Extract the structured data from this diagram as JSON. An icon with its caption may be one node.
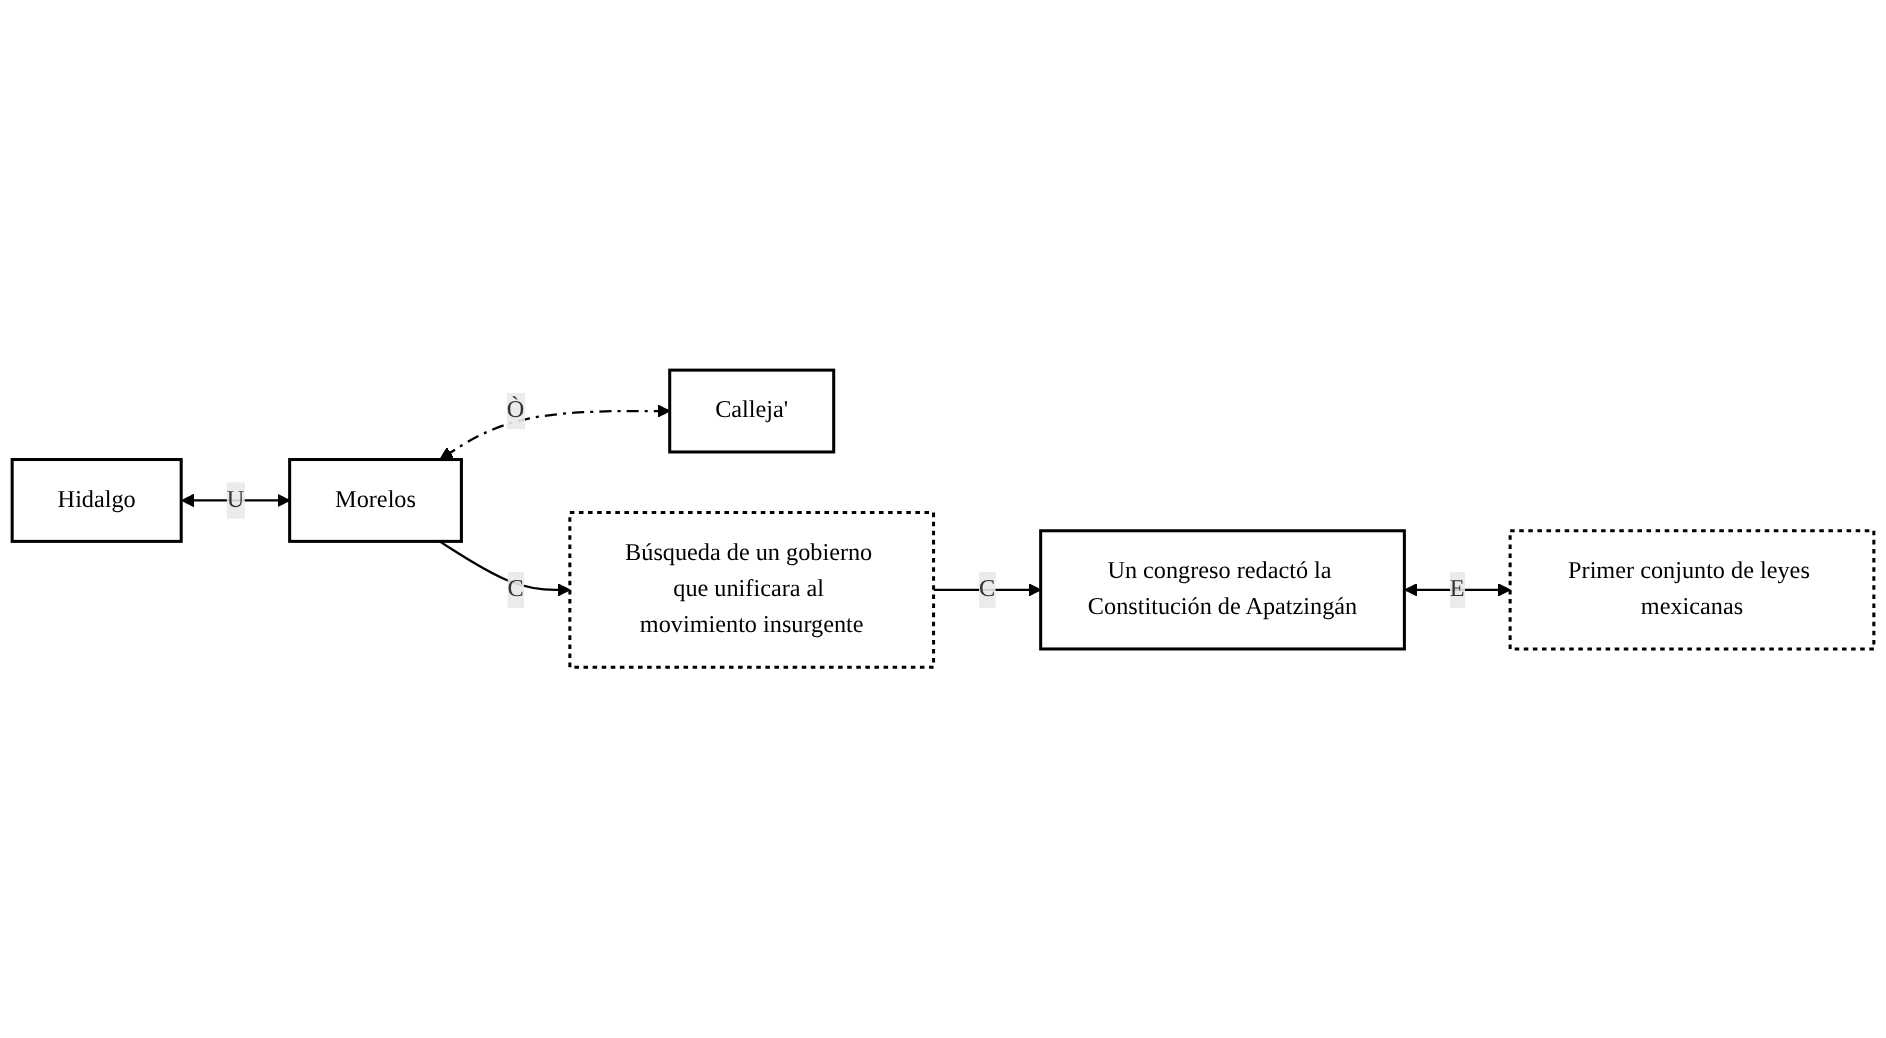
{
  "diagram": {
    "nodes": [
      {
        "text": [
          "Hidalgo"
        ]
      },
      {
        "text": [
          "Morelos"
        ]
      },
      {
        "text": [
          "Calleja'"
        ]
      },
      {
        "text": [
          "Búsqueda de un gobierno que unificara al movimiento insurgente"
        ]
      },
      {
        "text": [
          "Un congreso redactó la Constitución de Apatzingán"
        ]
      },
      {
        "text": [
          "Primer conjunto de leyes mexicanas"
        ]
      }
    ],
    "edges": [
      {
        "from": 0,
        "to": 1,
        "arrow": "both",
        "label": "U"
      },
      {
        "from": 1,
        "to": 2,
        "arrow": "both",
        "label": "Ò",
        "style": "dashed"
      },
      {
        "from": 1,
        "to": 3,
        "arrow": "to",
        "label": "C"
      },
      {
        "from": 3,
        "to": 4,
        "arrow": "to",
        "label": "C"
      },
      {
        "from": 4,
        "to": 5,
        "arrow": "both",
        "label": "E"
      }
    ]
  }
}
